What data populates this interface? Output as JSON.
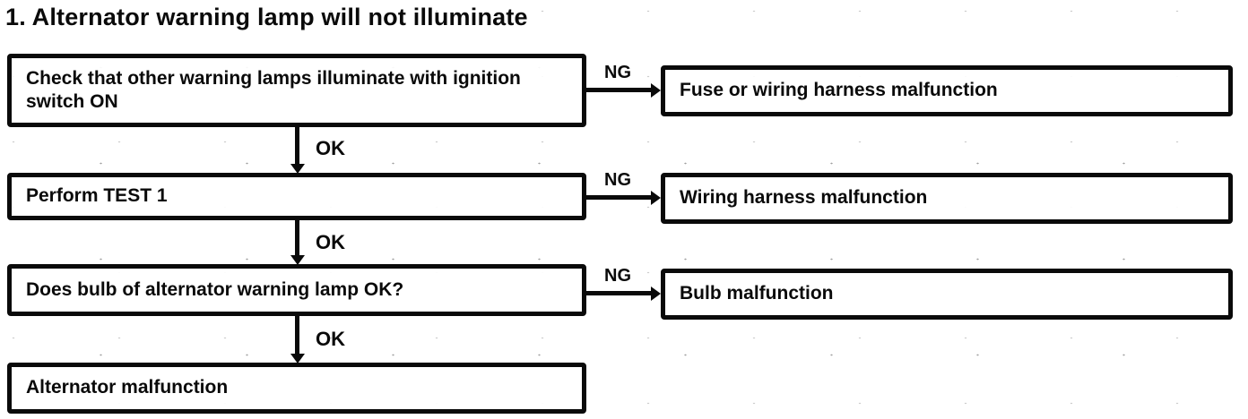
{
  "title": "1. Alternator warning lamp will not illuminate",
  "labels": {
    "ok": "OK",
    "ng": "NG"
  },
  "flow": {
    "steps": [
      {
        "text": "Check that other warning lamps illuminate with ignition switch ON",
        "ng_result": "Fuse or wiring harness malfunction"
      },
      {
        "text": "Perform TEST 1",
        "ng_result": "Wiring harness malfunction"
      },
      {
        "text": "Does bulb of alternator warning lamp OK?",
        "ng_result": "Bulb malfunction"
      },
      {
        "text": "Alternator malfunction",
        "ng_result": ""
      }
    ]
  },
  "colors": {
    "line": "#0a0a0a",
    "background": "#ffffff"
  }
}
